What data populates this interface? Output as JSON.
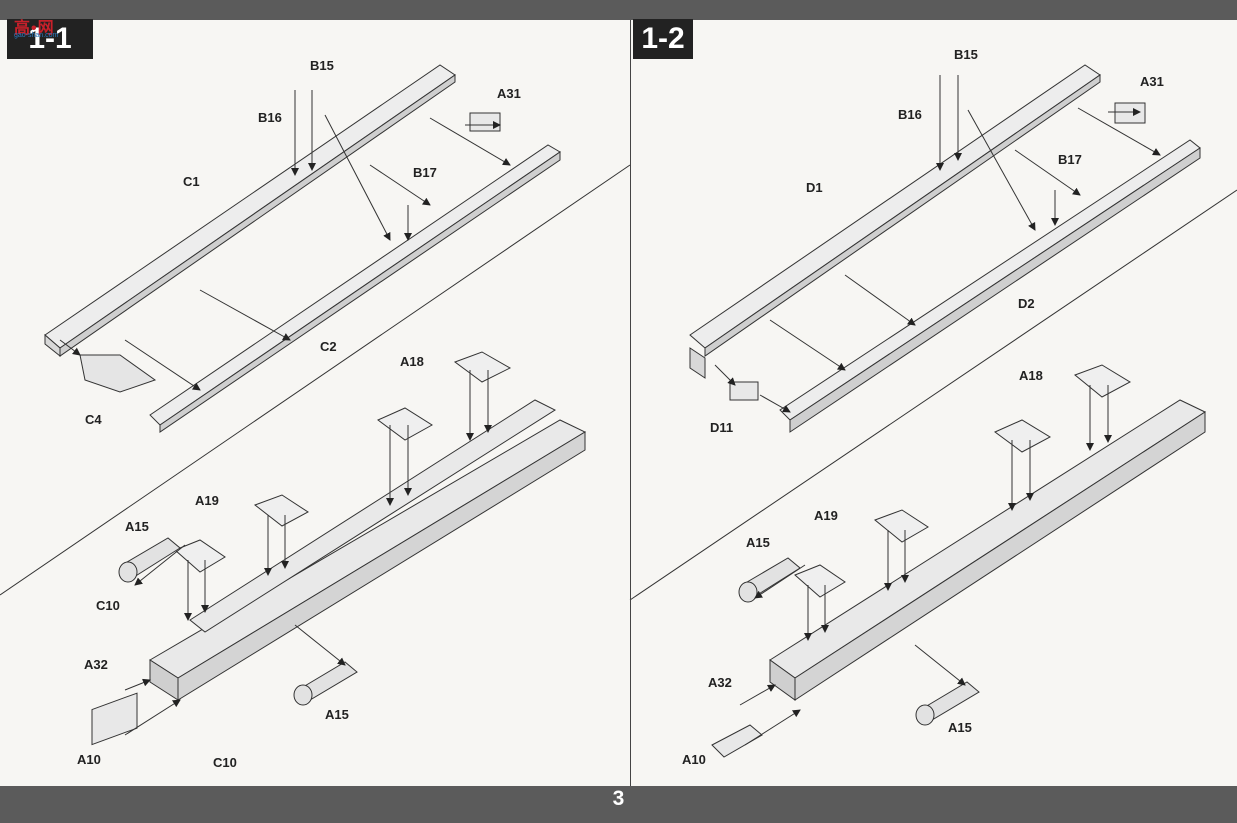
{
  "page_number": "3",
  "steps": [
    {
      "badge": "1-1"
    },
    {
      "badge": "1-2"
    }
  ],
  "watermark": {
    "text": "高•网",
    "sub": "gao-shan.com"
  },
  "labels_left": {
    "b15": "B15",
    "b16": "B16",
    "b17": "B17",
    "a31": "A31",
    "c1": "C1",
    "c2": "C2",
    "c4": "C4",
    "a18": "A18",
    "a19": "A19",
    "a15_top": "A15",
    "a15_bottom": "A15",
    "c10_top": "C10",
    "c10_bottom": "C10",
    "a32": "A32",
    "a10": "A10"
  },
  "labels_right": {
    "b15": "B15",
    "b16": "B16",
    "b17": "B17",
    "a31": "A31",
    "d1": "D1",
    "d2": "D2",
    "d11": "D11",
    "a18": "A18",
    "a19": "A19",
    "a15_top": "A15",
    "a15_bottom": "A15",
    "a32": "A32",
    "a10": "A10"
  }
}
